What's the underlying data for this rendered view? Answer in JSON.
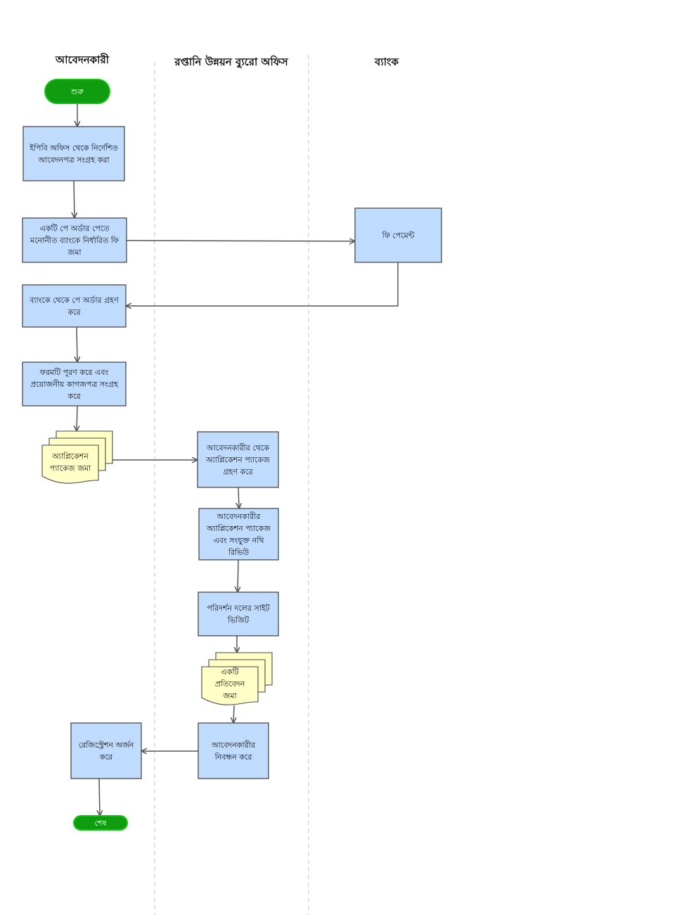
{
  "lanes": [
    {
      "id": "applicant",
      "title": "আবেদনকারী"
    },
    {
      "id": "epb",
      "title": "রপ্তানি উন্নয়ন ব্যুরো অফিস"
    },
    {
      "id": "bank",
      "title": "ব্যাংক"
    }
  ],
  "nodes": [
    {
      "id": "start",
      "shape": "terminal",
      "lines": [
        "শুরু"
      ]
    },
    {
      "id": "n1",
      "shape": "process",
      "lines": [
        "ইপিবি অফিস থেকে নির্দেশিত",
        "আবেদনপত্র সংগ্রহ করা"
      ]
    },
    {
      "id": "n2",
      "shape": "process",
      "lines": [
        "একটি পে অর্ডার পেতে",
        "মনোনীত ব্যাংকে নির্ধারিত ফি",
        "জমা"
      ]
    },
    {
      "id": "n3",
      "shape": "process",
      "lines": [
        "ফি পেমেন্ট"
      ]
    },
    {
      "id": "n4",
      "shape": "process",
      "lines": [
        "ব্যাংকে থেকে পে অর্ডার গ্রহণ",
        "করে"
      ]
    },
    {
      "id": "n5",
      "shape": "process",
      "lines": [
        "ফরমটি পূরণ করে এবং",
        "প্রয়োজনীয় কাগজপত্র সংগ্রহ",
        "করে"
      ]
    },
    {
      "id": "d1",
      "shape": "documents",
      "lines": [
        "অ্যাপ্লিকেশন",
        "প্যাকেজ জমা"
      ]
    },
    {
      "id": "n6",
      "shape": "process",
      "lines": [
        "আবেদনকারীর থেকে",
        "অ্যাপ্লিকেশন প্যাকেজ",
        "গ্রহণ করে"
      ]
    },
    {
      "id": "n7",
      "shape": "process",
      "lines": [
        "আবেদনকারীর",
        "অ্যাপ্লিকেশন প্যাকেজ",
        "এবং সংযুক্ত নথি",
        "রিভিউ"
      ]
    },
    {
      "id": "n8",
      "shape": "process",
      "lines": [
        "পরিদর্শন দলের সাইট",
        "ভিজিট"
      ]
    },
    {
      "id": "d2",
      "shape": "documents",
      "lines": [
        "একটি",
        "প্রতিবেদন",
        "জমা"
      ]
    },
    {
      "id": "n9",
      "shape": "process",
      "lines": [
        "আবেদনকারীর",
        "নিবন্ধন করে"
      ]
    },
    {
      "id": "n10",
      "shape": "process",
      "lines": [
        "রেজিস্ট্রেশন অর্জন",
        "করে"
      ]
    },
    {
      "id": "end",
      "shape": "terminal",
      "lines": [
        "শেষ"
      ]
    }
  ],
  "edges": [
    {
      "from": "start",
      "to": "n1"
    },
    {
      "from": "n1",
      "to": "n2"
    },
    {
      "from": "n2",
      "to": "n3"
    },
    {
      "from": "n3",
      "to": "n4"
    },
    {
      "from": "n4",
      "to": "n5"
    },
    {
      "from": "n5",
      "to": "d1"
    },
    {
      "from": "d1",
      "to": "n6"
    },
    {
      "from": "n6",
      "to": "n7"
    },
    {
      "from": "n7",
      "to": "n8"
    },
    {
      "from": "n8",
      "to": "d2"
    },
    {
      "from": "d2",
      "to": "n9"
    },
    {
      "from": "n9",
      "to": "n10"
    },
    {
      "from": "n10",
      "to": "end"
    }
  ],
  "colors": {
    "process_fill": "#bfdcff",
    "document_fill": "#ffffc6",
    "terminal_fill": "#0f9d0f",
    "terminal_border": "#16c416",
    "lane_divider": "#c8ccd6",
    "edge": "#555555"
  }
}
